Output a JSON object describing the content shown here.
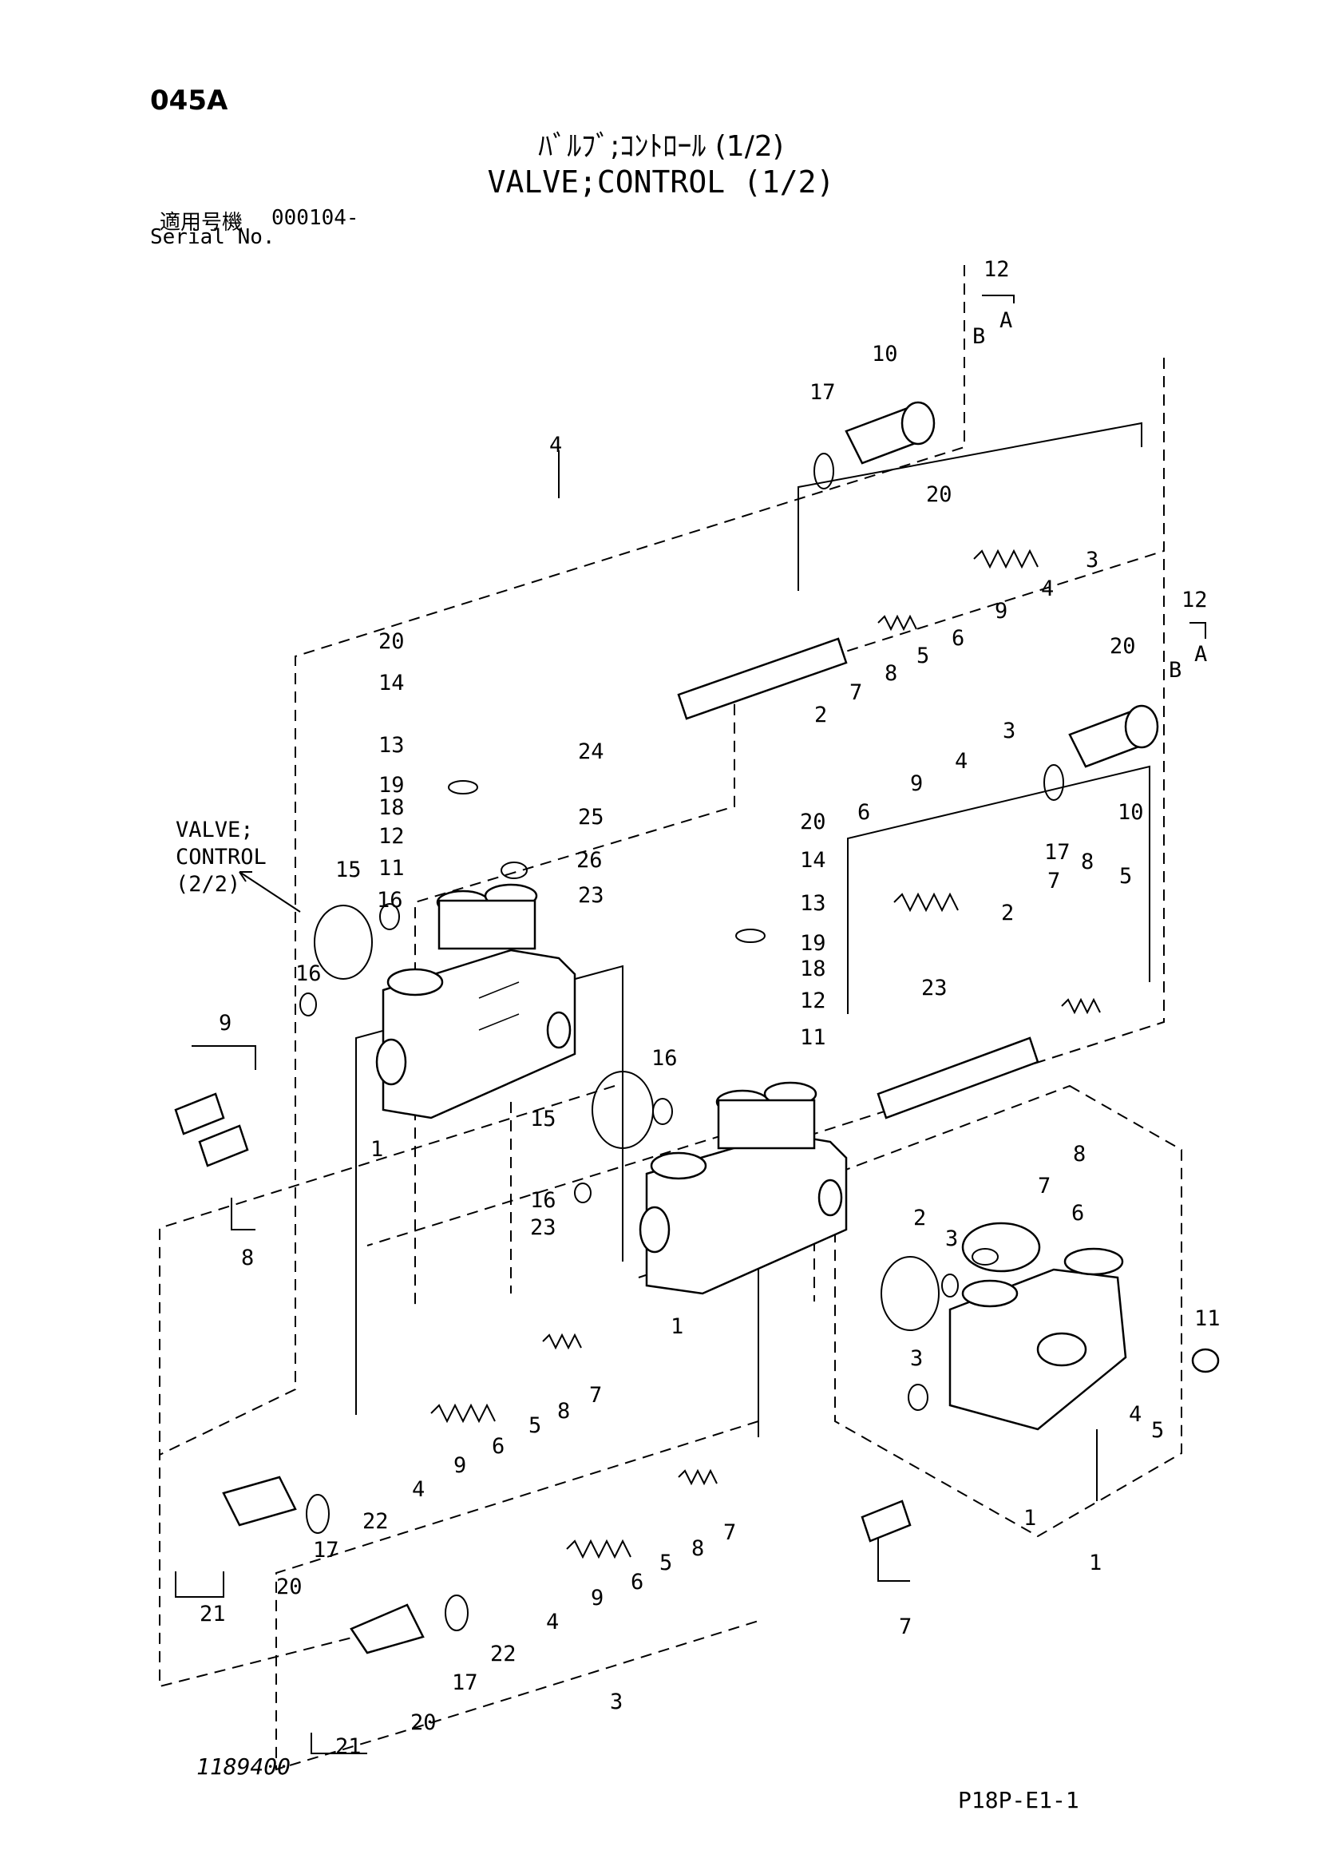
{
  "header": {
    "page_code": "045A",
    "title_jp": "ﾊﾞﾙﾌﾞ;ｺﾝﾄﾛｰﾙ (1/2)",
    "title_en": "VALVE;CONTROL (1/2)",
    "serial_label_jp": "適用号機",
    "serial_value": "000104-",
    "serial_label_en": "Serial No."
  },
  "callouts": {
    "reference_line1": "VALVE;",
    "reference_line2": "CONTROL",
    "reference_line3": "(2/2)"
  },
  "part_labels": {
    "group_4": "4",
    "top_12": "12",
    "top_A": "A",
    "top_B": "B",
    "top_10": "10",
    "top_17": "17",
    "top_20": "20",
    "top_3": "3",
    "top_4": "4",
    "top_9": "9",
    "top_6": "6",
    "top_5": "5",
    "top_8": "8",
    "top_7": "7",
    "top_2": "2",
    "l_20": "20",
    "l_14": "14",
    "l_13": "13",
    "l_19": "19",
    "l_18": "18",
    "l_12": "12",
    "l_11": "11",
    "l_24": "24",
    "l_25": "25",
    "l_26": "26",
    "l_23": "23",
    "l_15": "15",
    "l_16a": "16",
    "l_16b": "16",
    "l_9": "9",
    "l_1": "1",
    "l_8": "8",
    "r_12": "12",
    "r_A": "A",
    "r_B": "B",
    "r_20": "20",
    "r_3": "3",
    "r_10": "10",
    "r_17": "17",
    "r_9": "9",
    "r_4": "4",
    "r_6": "6",
    "r_2": "2",
    "r_7": "7",
    "r_8": "8",
    "r_5": "5",
    "m_20": "20",
    "m_14": "14",
    "m_13": "13",
    "m_19": "19",
    "m_18": "18",
    "m_12": "12",
    "m_11": "11",
    "m_23a": "23",
    "m_16a": "16",
    "m_15": "15",
    "m_16b": "16",
    "m_23b": "23",
    "m_1": "1",
    "b1_7": "7",
    "b1_8": "8",
    "b1_5": "5",
    "b1_6": "6",
    "b1_9": "9",
    "b1_4": "4",
    "b1_22": "22",
    "b1_17": "17",
    "b1_20": "20",
    "b1_21": "21",
    "b2_7": "7",
    "b2_8": "8",
    "b2_5": "5",
    "b2_6": "6",
    "b2_9": "9",
    "b2_4": "4",
    "b2_22": "22",
    "b2_17": "17",
    "b2_20": "20",
    "b2_21": "21",
    "group_3": "3",
    "x_8": "8",
    "x_7": "7",
    "x_6": "6",
    "x_2": "2",
    "x_3a": "3",
    "x_11": "11",
    "x_3b": "3",
    "x_4": "4",
    "x_5": "5",
    "x_1a": "1",
    "x_1b": "1",
    "x_7b": "7"
  },
  "footer": {
    "figure_number": "1189400",
    "sheet_code": "P18P-E1-1"
  }
}
